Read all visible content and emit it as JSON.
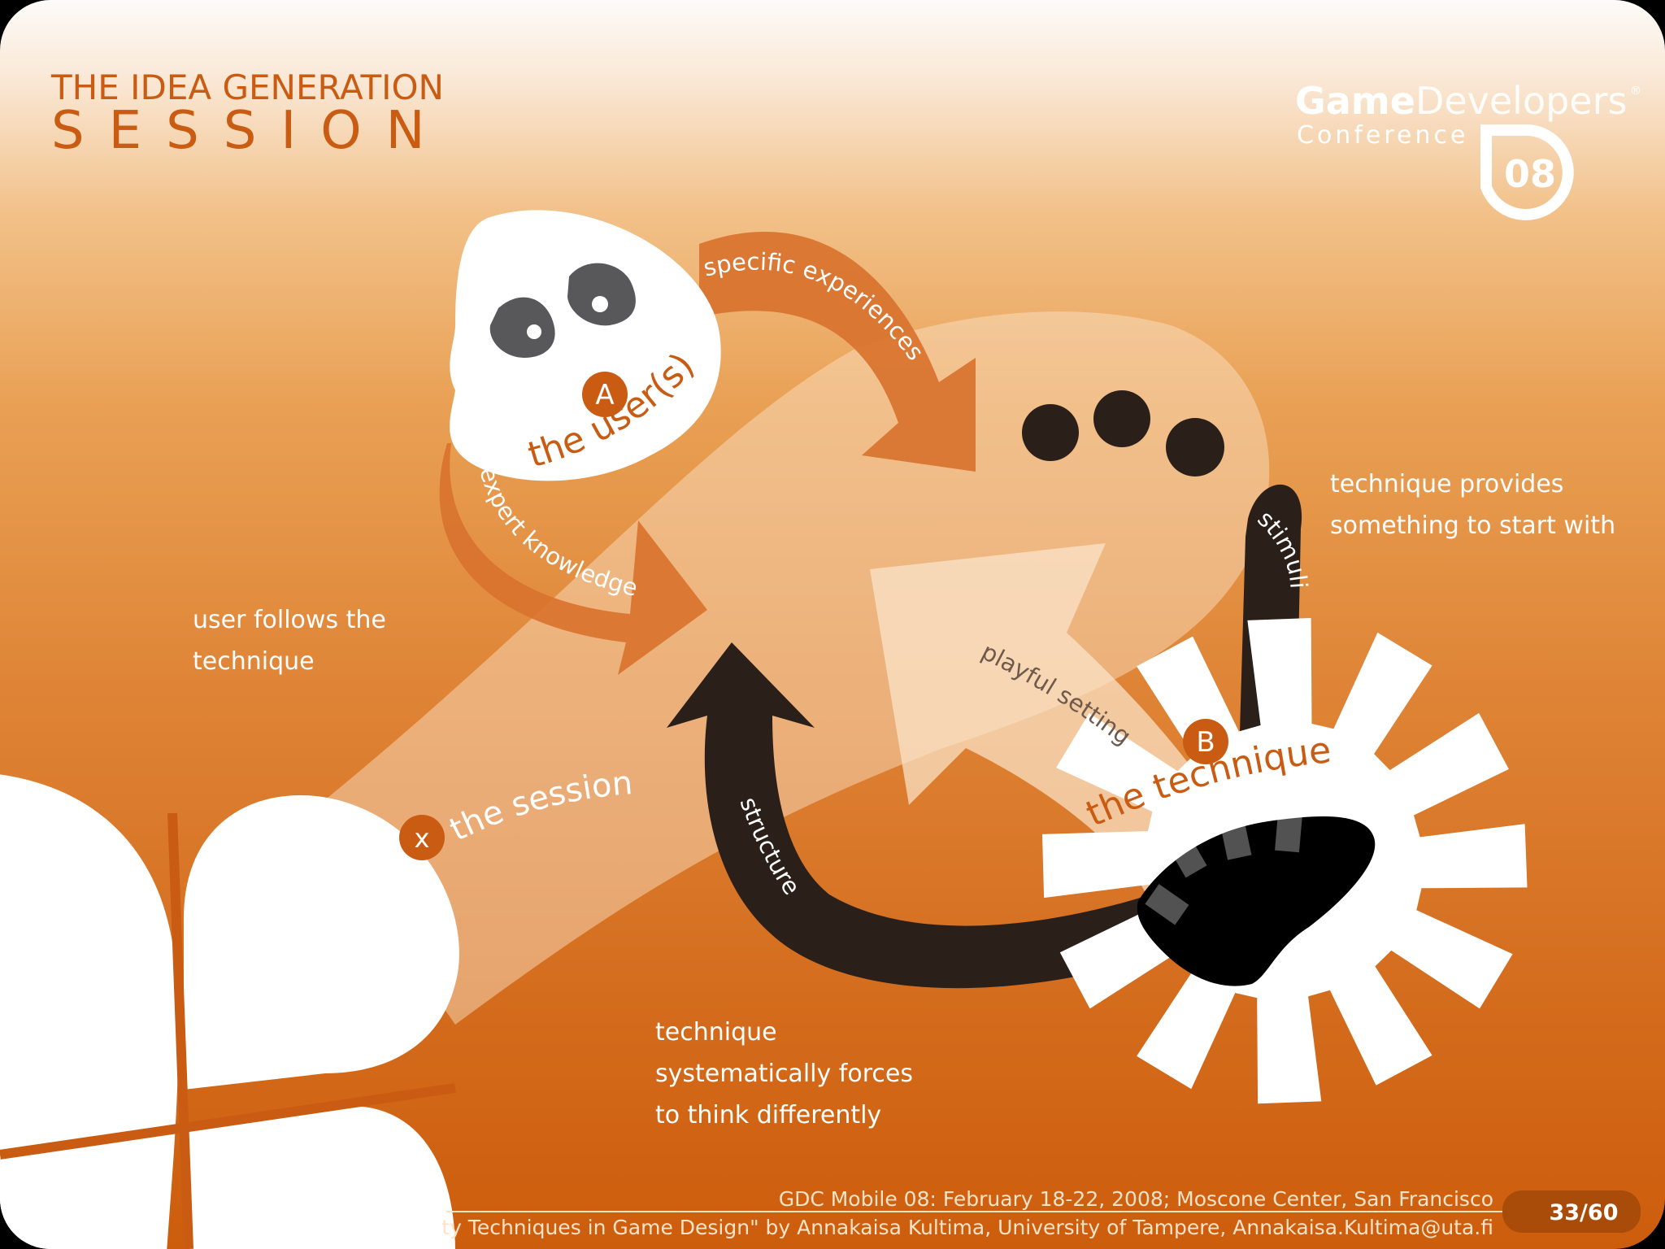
{
  "title": {
    "line1": "THE IDEA GENERATION",
    "line2": "SESSION"
  },
  "logo": {
    "game": "Game",
    "developers": "Developers",
    "conference": "Conference",
    "year": "08",
    "trademark": "®"
  },
  "diagram": {
    "user": {
      "badge": "A",
      "label": "the user(s)"
    },
    "technique": {
      "badge": "B",
      "label": "the technique"
    },
    "session": {
      "badge": "x",
      "label": "the session"
    },
    "arrows": {
      "specific_experiences": "specific experiences",
      "expert_knowledge": "expert knowledge",
      "stimuli": "stimuli",
      "structure": "structure",
      "playful_setting": "playful setting"
    },
    "notes": {
      "provides": [
        "technique provides",
        "something to start with"
      ],
      "follows": [
        "user follows the",
        "technique"
      ],
      "forces": [
        "technique",
        "systematically forces",
        "to think differently"
      ]
    }
  },
  "footer": {
    "event": "GDC Mobile 08: February 18-22, 2008; Moscone Center, San Francisco",
    "credit": "ty Techniques in Game Design\" by Annakaisa Kultima, University of Tampere, Annakaisa.Kultima@uta.fi",
    "page": "33/60"
  },
  "colors": {
    "orange_dark": "#c95c12",
    "orange_arrow": "#d8732e",
    "dark": "#2b2019",
    "gray": "#58575a",
    "white": "#ffffff"
  }
}
